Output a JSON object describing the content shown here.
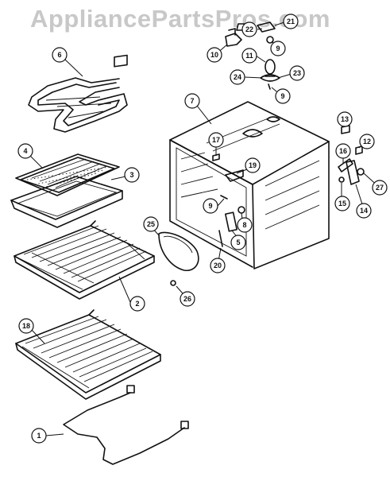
{
  "watermark": "AppliancePartsPros.com",
  "callouts": [
    {
      "id": "c1",
      "label": "1"
    },
    {
      "id": "c2",
      "label": "2"
    },
    {
      "id": "c3",
      "label": "3"
    },
    {
      "id": "c4",
      "label": "4"
    },
    {
      "id": "c5",
      "label": "5"
    },
    {
      "id": "c6",
      "label": "6"
    },
    {
      "id": "c7",
      "label": "7"
    },
    {
      "id": "c8",
      "label": "8"
    },
    {
      "id": "c9a",
      "label": "9"
    },
    {
      "id": "c9b",
      "label": "9"
    },
    {
      "id": "c9c",
      "label": "9"
    },
    {
      "id": "c10",
      "label": "10"
    },
    {
      "id": "c11",
      "label": "11"
    },
    {
      "id": "c12",
      "label": "12"
    },
    {
      "id": "c13",
      "label": "13"
    },
    {
      "id": "c14",
      "label": "14"
    },
    {
      "id": "c15",
      "label": "15"
    },
    {
      "id": "c16",
      "label": "16"
    },
    {
      "id": "c17",
      "label": "17"
    },
    {
      "id": "c18",
      "label": "18"
    },
    {
      "id": "c19",
      "label": "19"
    },
    {
      "id": "c20",
      "label": "20"
    },
    {
      "id": "c21",
      "label": "21"
    },
    {
      "id": "c22",
      "label": "22"
    },
    {
      "id": "c23",
      "label": "23"
    },
    {
      "id": "c24",
      "label": "24"
    },
    {
      "id": "c25",
      "label": "25"
    },
    {
      "id": "c26",
      "label": "26"
    },
    {
      "id": "c27",
      "label": "27"
    }
  ]
}
